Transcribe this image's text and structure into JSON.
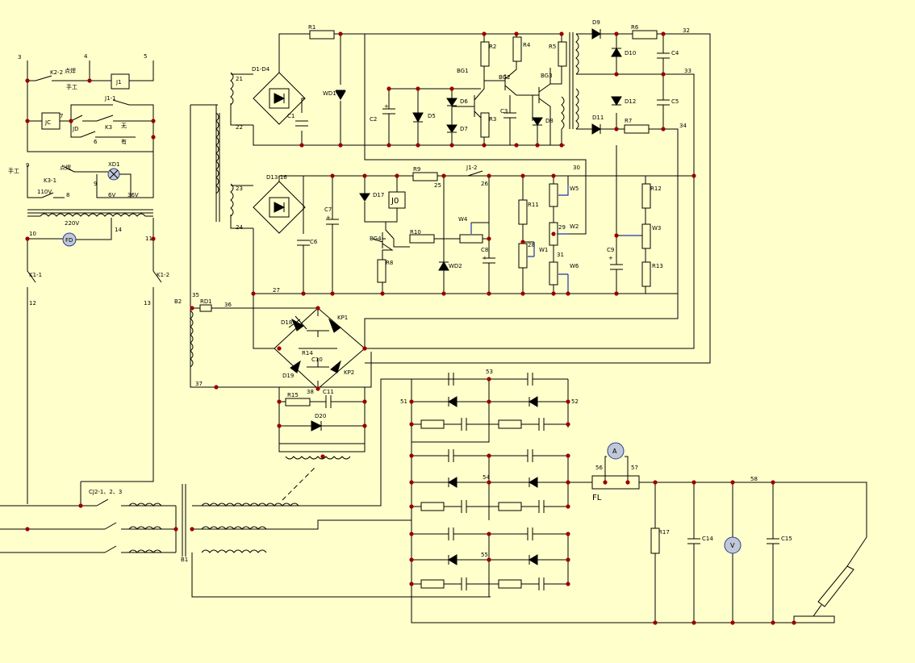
{
  "labels": {
    "n3": "3",
    "n4": "4",
    "n5": "5",
    "k2_2": "K2-2",
    "cjie": "点焊",
    "shougong": "手工",
    "j1": "J1",
    "j1_1": "J1-1",
    "jc": "JC",
    "n7": "7",
    "jd": "JD",
    "k3": "K3",
    "wu": "无",
    "n6": "6",
    "you": "有",
    "shougong2": "手工",
    "n9b": "9",
    "k3_1": "K3-1",
    "cjie2": "点焊",
    "xd1": "XD1",
    "v110": "110V",
    "n8": "8",
    "n9": "9",
    "v6": "6V",
    "v36": "36V",
    "v220": "220V",
    "n10": "10",
    "fd": "FD",
    "n14": "14",
    "n11": "11",
    "k1_1": "K1-1",
    "k1_2": "K1-2",
    "n12": "12",
    "n13": "13",
    "cj2": "CJ2-1、2、3",
    "b1": "B1",
    "b2": "B2",
    "r1": "R1",
    "d1d4": "D1-D4",
    "n21": "21",
    "n22": "22",
    "c1": "C1",
    "wd1": "WD1",
    "c2": "C2",
    "d5": "D5",
    "d6": "D6",
    "d7": "D7",
    "r2": "R2",
    "r3": "R3",
    "bg1": "BG1",
    "r4": "R4",
    "bg2": "BG2",
    "c3": "C3",
    "r5": "R5",
    "bg3": "BG3",
    "d8": "D8",
    "d9": "D9",
    "r6": "R6",
    "n32": "32",
    "d10": "D10",
    "c4": "C4",
    "n33": "33",
    "d12": "D12",
    "c5": "C5",
    "d11": "D11",
    "r7": "R7",
    "n34": "34",
    "d13_16": "D13-16",
    "n23": "23",
    "n24": "24",
    "c7": "C7",
    "c6": "C6",
    "d17": "D17",
    "jo": "J0",
    "r9": "R9",
    "n25": "25",
    "j1_2": "J1-2",
    "n26": "26",
    "n30": "30",
    "w5": "W5",
    "r11": "R11",
    "w4": "W4",
    "bg4": "BG4",
    "r10": "R10",
    "n29": "29",
    "w2": "W2",
    "n28": "28",
    "w1": "W1",
    "r8": "R8",
    "wd2": "WD2",
    "c8": "C8",
    "n31": "31",
    "w6": "W6",
    "r12": "R12",
    "w3": "W3",
    "c9": "C9",
    "r13": "R13",
    "n27": "27",
    "n35": "35",
    "rd1": "RD1",
    "n36": "36",
    "n37": "37",
    "d18": "D18",
    "kp1": "KP1",
    "r14": "R14",
    "c10": "C10",
    "d19": "D19",
    "kp2": "KP2",
    "n38": "38",
    "r15": "R15",
    "c11": "C11",
    "d20": "D20",
    "n53": "53",
    "n51": "51",
    "n52": "52",
    "n54": "54",
    "n55": "55",
    "a": "A",
    "n56": "56",
    "n57": "57",
    "fl": "FL",
    "n58": "58",
    "r17": "R17",
    "c14": "C14",
    "v": "V",
    "c15": "C15",
    "plus1": "+",
    "plus2": "+",
    "plus3": "+",
    "plus4": "+"
  }
}
